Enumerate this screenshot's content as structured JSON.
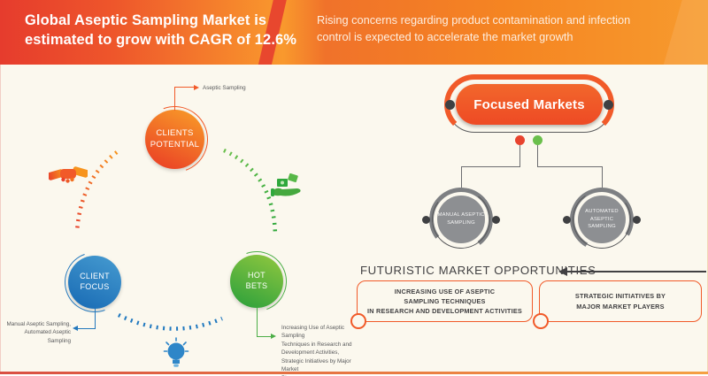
{
  "header": {
    "title": [
      "Global Aseptic Sampling Market is",
      "estimated to grow with CAGR of 12.6%"
    ],
    "subtitle": [
      "Rising concerns regarding product contamination and infection",
      "control is expected to accelerate the market growth"
    ]
  },
  "cycle": {
    "nodes": {
      "clients_potential": {
        "label": [
          "CLIENTS",
          "POTENTIAL"
        ],
        "color": "#f15a29"
      },
      "client_focus": {
        "label": [
          "CLIENT",
          "FOCUS"
        ],
        "color": "#2378bd"
      },
      "hot_bets": {
        "label": [
          "HOT",
          "BETS"
        ],
        "color": "#4cae47"
      }
    },
    "notes": {
      "clients_potential": "Aseptic Sampling",
      "client_focus": [
        "Manual Aseptic Sampling,",
        "Automated Aseptic Sampling"
      ],
      "hot_bets": [
        "Increasing Use of Aseptic Sampling",
        "Techniques in Research and",
        "Development Activities,",
        "Strategic Initiatives by Major Market",
        "Players"
      ]
    },
    "icons": {
      "handshake": "handshake-icon",
      "money": "money-hand-icon",
      "bulb": "lightbulb-icon"
    }
  },
  "focused_markets": {
    "title": "Focused Markets",
    "branches": [
      {
        "label": [
          "MANUAL ASEPTIC",
          "SAMPLING"
        ],
        "dot_color": "#e8432e"
      },
      {
        "label": [
          "AUTOMATED",
          "ASEPTIC SAMPLING"
        ],
        "dot_color": "#6abf4b"
      }
    ]
  },
  "opportunities": {
    "heading": "FUTURISTIC MARKET OPPORTUNITIES",
    "boxes": [
      {
        "lines": [
          "INCREASING USE OF ASEPTIC",
          "SAMPLING TECHNIQUES",
          "IN RESEARCH AND DEVELOPMENT ACTIVITIES"
        ]
      },
      {
        "lines": [
          "STRATEGIC INITIATIVES BY",
          "MAJOR MARKET PLAYERS"
        ]
      }
    ]
  },
  "colors": {
    "header_red": "#e8402e",
    "header_orange": "#f7941d",
    "accent_orange": "#f15a29",
    "blue": "#2378bd",
    "green": "#4cae47",
    "gray_circle": "#8d8f92",
    "background": "#fbf8ee"
  }
}
